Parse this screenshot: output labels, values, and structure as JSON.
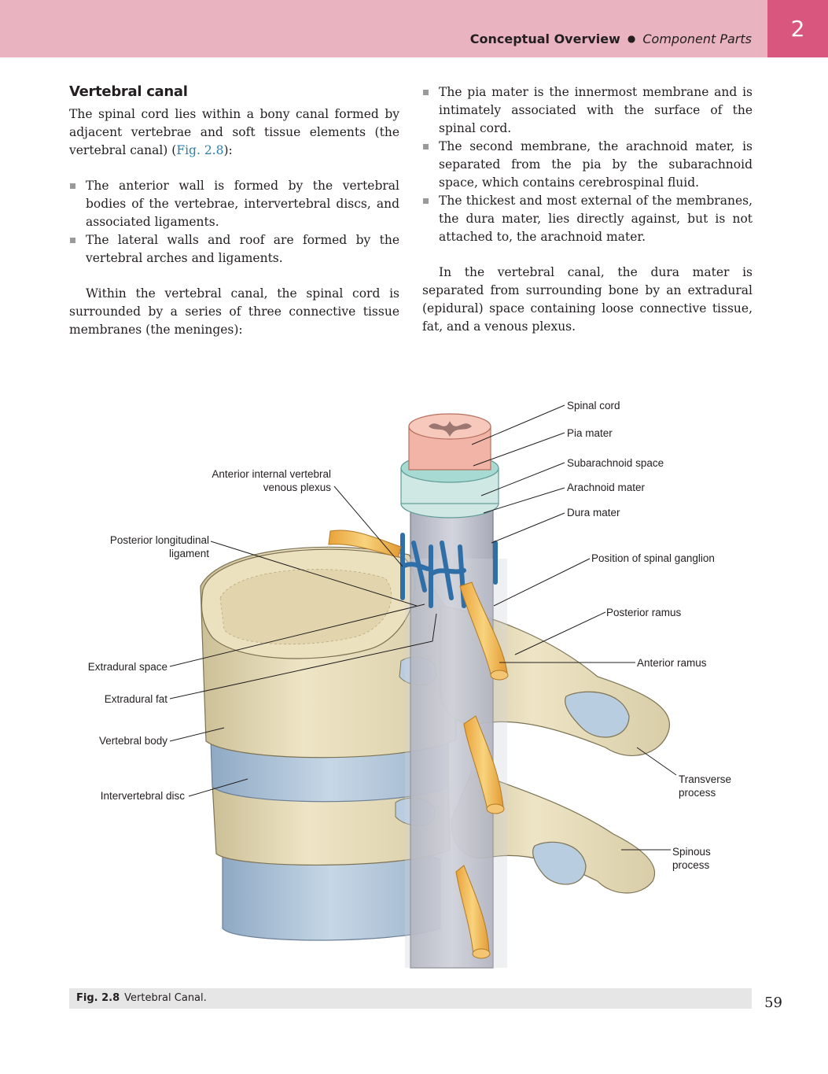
{
  "header": {
    "section": "Conceptual Overview",
    "subsection": "Component Parts",
    "chapter_number": "2"
  },
  "left_column": {
    "heading": "Vertebral canal",
    "intro_text": "The spinal cord lies within a bony canal formed by adjacent vertebrae and soft tissue elements (the vertebral canal) (",
    "intro_ref": "Fig. 2.8",
    "intro_end": "):",
    "bullets": [
      "The anterior wall is formed by the vertebral bodies of the vertebrae, intervertebral discs, and associated ligaments.",
      "The lateral walls and roof are formed by the vertebral arches and ligaments."
    ],
    "paragraph": "Within the vertebral canal, the spinal cord is surrounded by a series of three connective tissue membranes (the meninges):"
  },
  "right_column": {
    "bullets": [
      "The pia mater is the innermost membrane and is intimately associated with the surface of the spinal cord.",
      "The second membrane, the arachnoid mater, is separated from the pia by the subarachnoid space, which contains cerebrospinal fluid.",
      "The thickest and most external of the membranes, the dura mater, lies directly against, but is not attached to, the arachnoid mater."
    ],
    "paragraph": "In the vertebral canal, the dura mater is separated from surrounding bone by an extradural (epidural) space containing loose connective tissue, fat, and a venous plexus."
  },
  "figure": {
    "labels": {
      "spinal_cord": "Spinal cord",
      "pia_mater": "Pia mater",
      "subarachnoid_space": "Subarachnoid space",
      "arachnoid_mater": "Arachnoid mater",
      "dura_mater": "Dura mater",
      "position_spinal_ganglion": "Position of spinal ganglion",
      "posterior_ramus": "Posterior ramus",
      "anterior_ramus": "Anterior ramus",
      "transverse_process_1": "Transverse",
      "transverse_process_2": "process",
      "spinous_process_1": "Spinous",
      "spinous_process_2": "process",
      "anterior_internal_1": "Anterior internal vertebral",
      "anterior_internal_2": "venous plexus",
      "posterior_longitudinal_1": "Posterior longitudinal",
      "posterior_longitudinal_2": "ligament",
      "extradural_space": "Extradural space",
      "extradural_fat": "Extradural fat",
      "vertebral_body": "Vertebral body",
      "intervertebral_disc": "Intervertebral disc"
    }
  },
  "caption": {
    "label": "Fig. 2.8",
    "text": "Vertebral Canal."
  },
  "page_number": "59"
}
